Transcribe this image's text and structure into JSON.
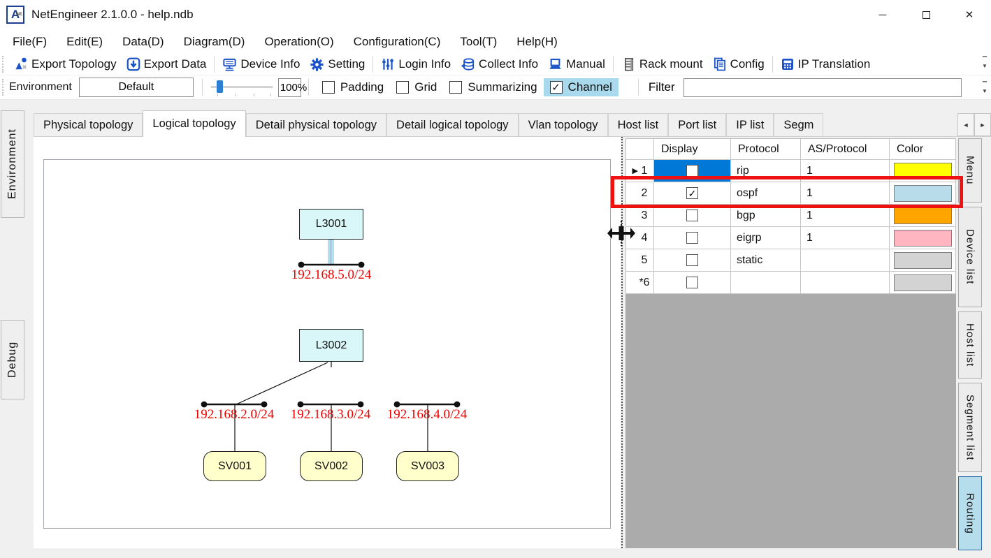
{
  "window": {
    "title": "NetEngineer 2.1.0.0  - help.ndb",
    "app_icon_letter": "A",
    "app_icon_sub": "NE",
    "controls": {
      "minimize_glyph": "─",
      "close_glyph": "✕"
    }
  },
  "menu_bar": {
    "items": [
      "File(F)",
      "Edit(E)",
      "Data(D)",
      "Diagram(D)",
      "Operation(O)",
      "Configuration(C)",
      "Tool(T)",
      "Help(H)"
    ]
  },
  "toolbar": {
    "buttons": [
      {
        "label": "Export Topology",
        "icon": "export-topology-icon"
      },
      {
        "label": "Export Data",
        "icon": "export-data-icon"
      },
      {
        "label": "Device Info",
        "icon": "device-info-icon"
      },
      {
        "label": "Setting",
        "icon": "setting-gear-icon"
      },
      {
        "label": "Login Info",
        "icon": "login-info-icon"
      },
      {
        "label": "Collect Info",
        "icon": "collect-info-icon"
      },
      {
        "label": "Manual",
        "icon": "manual-icon"
      },
      {
        "label": "Rack mount",
        "icon": "rack-mount-icon"
      },
      {
        "label": "Config",
        "icon": "config-icon"
      },
      {
        "label": "IP Translation",
        "icon": "ip-translation-icon"
      }
    ]
  },
  "options_bar": {
    "environment_label": "Environment",
    "environment_value": "Default",
    "zoom_value": "100%",
    "checkboxes": [
      {
        "label": "Padding",
        "checked": false,
        "glyph": ""
      },
      {
        "label": "Grid",
        "checked": false,
        "glyph": ""
      },
      {
        "label": "Summarizing",
        "checked": false,
        "glyph": ""
      },
      {
        "label": "Channel",
        "checked": true,
        "glyph": "✓"
      }
    ],
    "filter_label": "Filter",
    "filter_value": ""
  },
  "page_tabs": {
    "items": [
      {
        "label": "Physical topology",
        "selected": false
      },
      {
        "label": "Logical topology",
        "selected": true
      },
      {
        "label": "Detail physical topology",
        "selected": false
      },
      {
        "label": "Detail logical topology",
        "selected": false
      },
      {
        "label": "Vlan topology",
        "selected": false
      },
      {
        "label": "Host list",
        "selected": false
      },
      {
        "label": "Port list",
        "selected": false
      },
      {
        "label": "IP list",
        "selected": false
      },
      {
        "label": "Segm",
        "selected": false
      }
    ],
    "scroll_left": "◄",
    "scroll_right": "►"
  },
  "left_side_tabs": {
    "items": [
      {
        "label": "Environment"
      },
      {
        "label": "Debug"
      }
    ]
  },
  "right_side_tabs": {
    "items": [
      {
        "label": "Menu",
        "selected": false
      },
      {
        "label": "Device list",
        "selected": false
      },
      {
        "label": "Host list",
        "selected": false
      },
      {
        "label": "Segment list",
        "selected": false
      },
      {
        "label": "Routing",
        "selected": true
      }
    ]
  },
  "routing_table": {
    "columns": {
      "display": "Display",
      "protocol": "Protocol",
      "as_protocol": "AS/Protocol",
      "color": "Color"
    },
    "rows": [
      {
        "num": "1",
        "marker": "▶",
        "check_glyph": "",
        "checked": false,
        "protocol": "rip",
        "as_protocol": "1",
        "color": "#ffff00",
        "display_cell_selected": true
      },
      {
        "num": "2",
        "marker": "",
        "check_glyph": "✓",
        "checked": true,
        "protocol": "ospf",
        "as_protocol": "1",
        "color": "#b9dcea",
        "display_cell_selected": false
      },
      {
        "num": "3",
        "marker": "",
        "check_glyph": "",
        "checked": false,
        "protocol": "bgp",
        "as_protocol": "1",
        "color": "#ffa500",
        "display_cell_selected": false
      },
      {
        "num": "4",
        "marker": "",
        "check_glyph": "",
        "checked": false,
        "protocol": "eigrp",
        "as_protocol": "1",
        "color": "#ffb6c1",
        "display_cell_selected": false
      },
      {
        "num": "5",
        "marker": "",
        "check_glyph": "",
        "checked": false,
        "protocol": "static",
        "as_protocol": "",
        "color": "#d3d3d3",
        "display_cell_selected": false
      },
      {
        "num": "*6",
        "marker": "",
        "check_glyph": "",
        "checked": false,
        "protocol": "",
        "as_protocol": "",
        "color": "#d3d3d3",
        "display_cell_selected": false
      }
    ]
  },
  "annotation": {
    "shape": "rectangle",
    "color": "#ef1212"
  },
  "topology": {
    "nodes": [
      {
        "id": "L3001"
      },
      {
        "id": "L3002"
      },
      {
        "id": "SV001"
      },
      {
        "id": "SV002"
      },
      {
        "id": "SV003"
      }
    ],
    "segments": [
      {
        "label": "192.168.5.0/24"
      },
      {
        "label": "192.168.2.0/24"
      },
      {
        "label": "192.168.3.0/24"
      },
      {
        "label": "192.168.4.0/24"
      }
    ],
    "segment_label_color": "#f00000",
    "node_fill": "#d9f6f8",
    "server_fill": "#ffffcc",
    "channel_color": "#b5dcef"
  }
}
